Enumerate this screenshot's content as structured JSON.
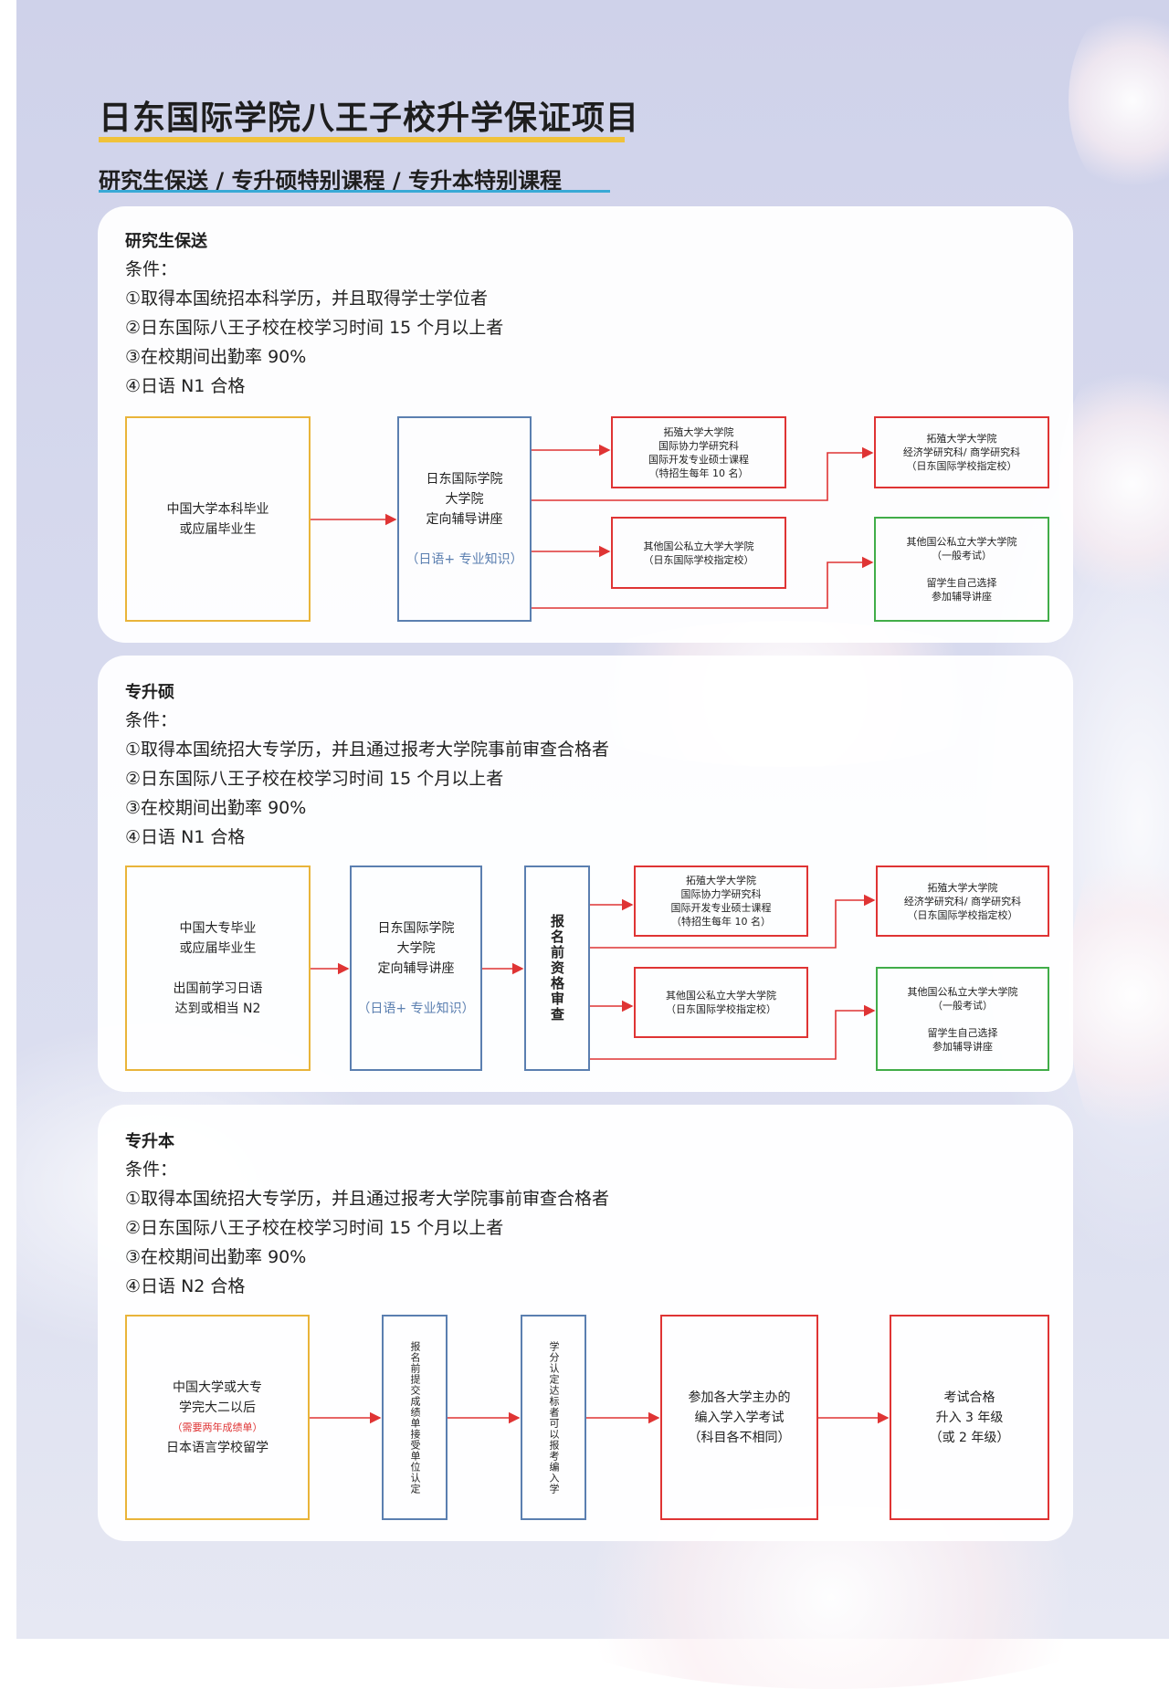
{
  "page": {
    "title": "日东国际学院八王子校升学保证项目",
    "subtitle": "研究生保送 / 专升硕特别课程 / 专升本特别课程"
  },
  "sections": [
    {
      "title": "研究生保送",
      "conditions": [
        "条件：",
        "①取得本国统招本科学历，并且取得学士学位者",
        "②日东国际八王子校在校学习时间 15 个月以上者",
        "③在校期间出勤率 90%",
        "④日语 N1 合格"
      ],
      "flow": {
        "start": [
          "中国大学本科毕业",
          "或应届毕业生"
        ],
        "course": [
          "日东国际学院",
          "大学院",
          "定向辅导讲座"
        ],
        "course_note": "（日语+ 专业知识）",
        "target1": [
          "拓殖大学大学院",
          "国际协力学研究科",
          "国际开发专业硕士课程",
          "（特招生每年 10 名）"
        ],
        "target2": [
          "其他国公私立大学大学院",
          "（日东国际学校指定校）"
        ],
        "target3": [
          "拓殖大学大学院",
          "经济学研究科/ 商学研究科",
          "（日东国际学校指定校）"
        ],
        "target4": [
          "其他国公私立大学大学院",
          "（一般考试）",
          "",
          "留学生自己选择",
          "参加辅导讲座"
        ]
      }
    },
    {
      "title": "专升硕",
      "conditions": [
        "条件：",
        "①取得本国统招大专学历，并且通过报考大学院事前审查合格者",
        "②日东国际八王子校在校学习时间 15 个月以上者",
        "③在校期间出勤率 90%",
        "④日语 N1 合格"
      ],
      "flow": {
        "start": [
          "中国大专毕业",
          "或应届毕业生",
          "",
          "出国前学习日语",
          "达到或相当 N2"
        ],
        "course": [
          "日东国际学院",
          "大学院",
          "定向辅导讲座"
        ],
        "course_note": "（日语+ 专业知识）",
        "review": "报名前资格审查",
        "target1": [
          "拓殖大学大学院",
          "国际协力学研究科",
          "国际开发专业硕士课程",
          "（特招生每年 10 名）"
        ],
        "target2": [
          "其他国公私立大学大学院",
          "（日东国际学校指定校）"
        ],
        "target3": [
          "拓殖大学大学院",
          "经济学研究科/ 商学研究科",
          "（日东国际学校指定校）"
        ],
        "target4": [
          "其他国公私立大学大学院",
          "（一般考试）",
          "",
          "留学生自己选择",
          "参加辅导讲座"
        ]
      }
    },
    {
      "title": "专升本",
      "conditions": [
        "条件：",
        "①取得本国统招大专学历，并且通过报考大学院事前审查合格者",
        "②日东国际八王子校在校学习时间 15 个月以上者",
        "③在校期间出勤率 90%",
        "④日语 N2 合格"
      ],
      "flow": {
        "start_a": [
          "中国大学或大专",
          "学完大二以后"
        ],
        "start_note": "（需要两年成绩单）",
        "start_b": "日本语言学校留学",
        "step1": "报名前提交成绩单接受单位认定",
        "step2": "学分认定达标者可以报考编入学",
        "step3": [
          "参加各大学主办的",
          "编入学入学考试",
          "（科目各不相同）"
        ],
        "step4": [
          "考试合格",
          "升入 3 年级",
          "（或 2 年级）"
        ]
      }
    }
  ]
}
